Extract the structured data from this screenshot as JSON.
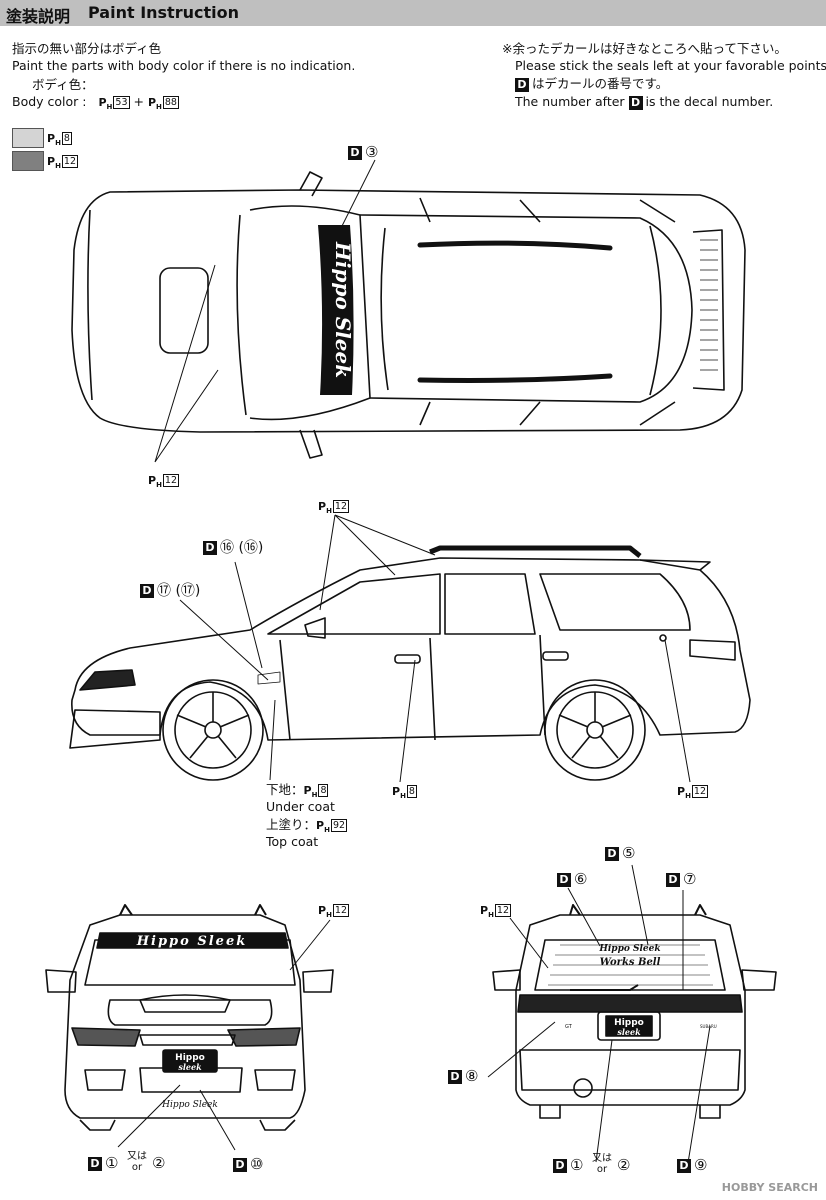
{
  "header": {
    "title_jp": "塗装説明",
    "title_en": "Paint Instruction"
  },
  "body_note": {
    "jp": "指示の無い部分はボディ色",
    "en": "Paint the parts with body color if there is no indication.",
    "body_color_jp": "ボディ色：",
    "body_color_en": "Body color :",
    "color_a": "53",
    "color_b": "88",
    "plus": "+"
  },
  "decal_note": {
    "line1": "※余ったデカールは好きなところへ貼って下さい。",
    "line2": "Please stick the seals left at your favorable points.",
    "line3": "はデカールの番号です。",
    "line4_a": "The number after",
    "line4_b": "is the decal number."
  },
  "ph_prefix": "P",
  "ph_sub": "H",
  "d_badge": "D",
  "legend": [
    {
      "code": "8",
      "color": "#d4d4d4"
    },
    {
      "code": "12",
      "color": "#808080"
    }
  ],
  "callouts": {
    "d3": "③",
    "d16": "⑯ (⑯)",
    "d17": "⑰ (⑰)",
    "ph12": "12",
    "ph8": "8",
    "ph92": "92",
    "under_coat_jp": "下地：",
    "under_coat_en": "Under coat",
    "top_coat_jp": "上塗り：",
    "top_coat_en": "Top coat",
    "d5": "⑤",
    "d6": "⑥",
    "d7": "⑦",
    "d8": "⑧",
    "d1": "①",
    "d2": "②",
    "mata_wa": "又は",
    "or": "or",
    "d10": "⑩",
    "d9": "⑨"
  },
  "decals": {
    "top": "Hippo Sleek",
    "front_banner": "Hippo Sleek",
    "plate_1": "Hippo",
    "plate_2": "sleek",
    "bumper": "Hippo Sleek",
    "rear_1": "Hippo Sleek",
    "rear_2": "Works Bell",
    "badge_gt": "GT",
    "badge_subaru": "SUBARU"
  },
  "watermark": "HOBBY SEARCH"
}
